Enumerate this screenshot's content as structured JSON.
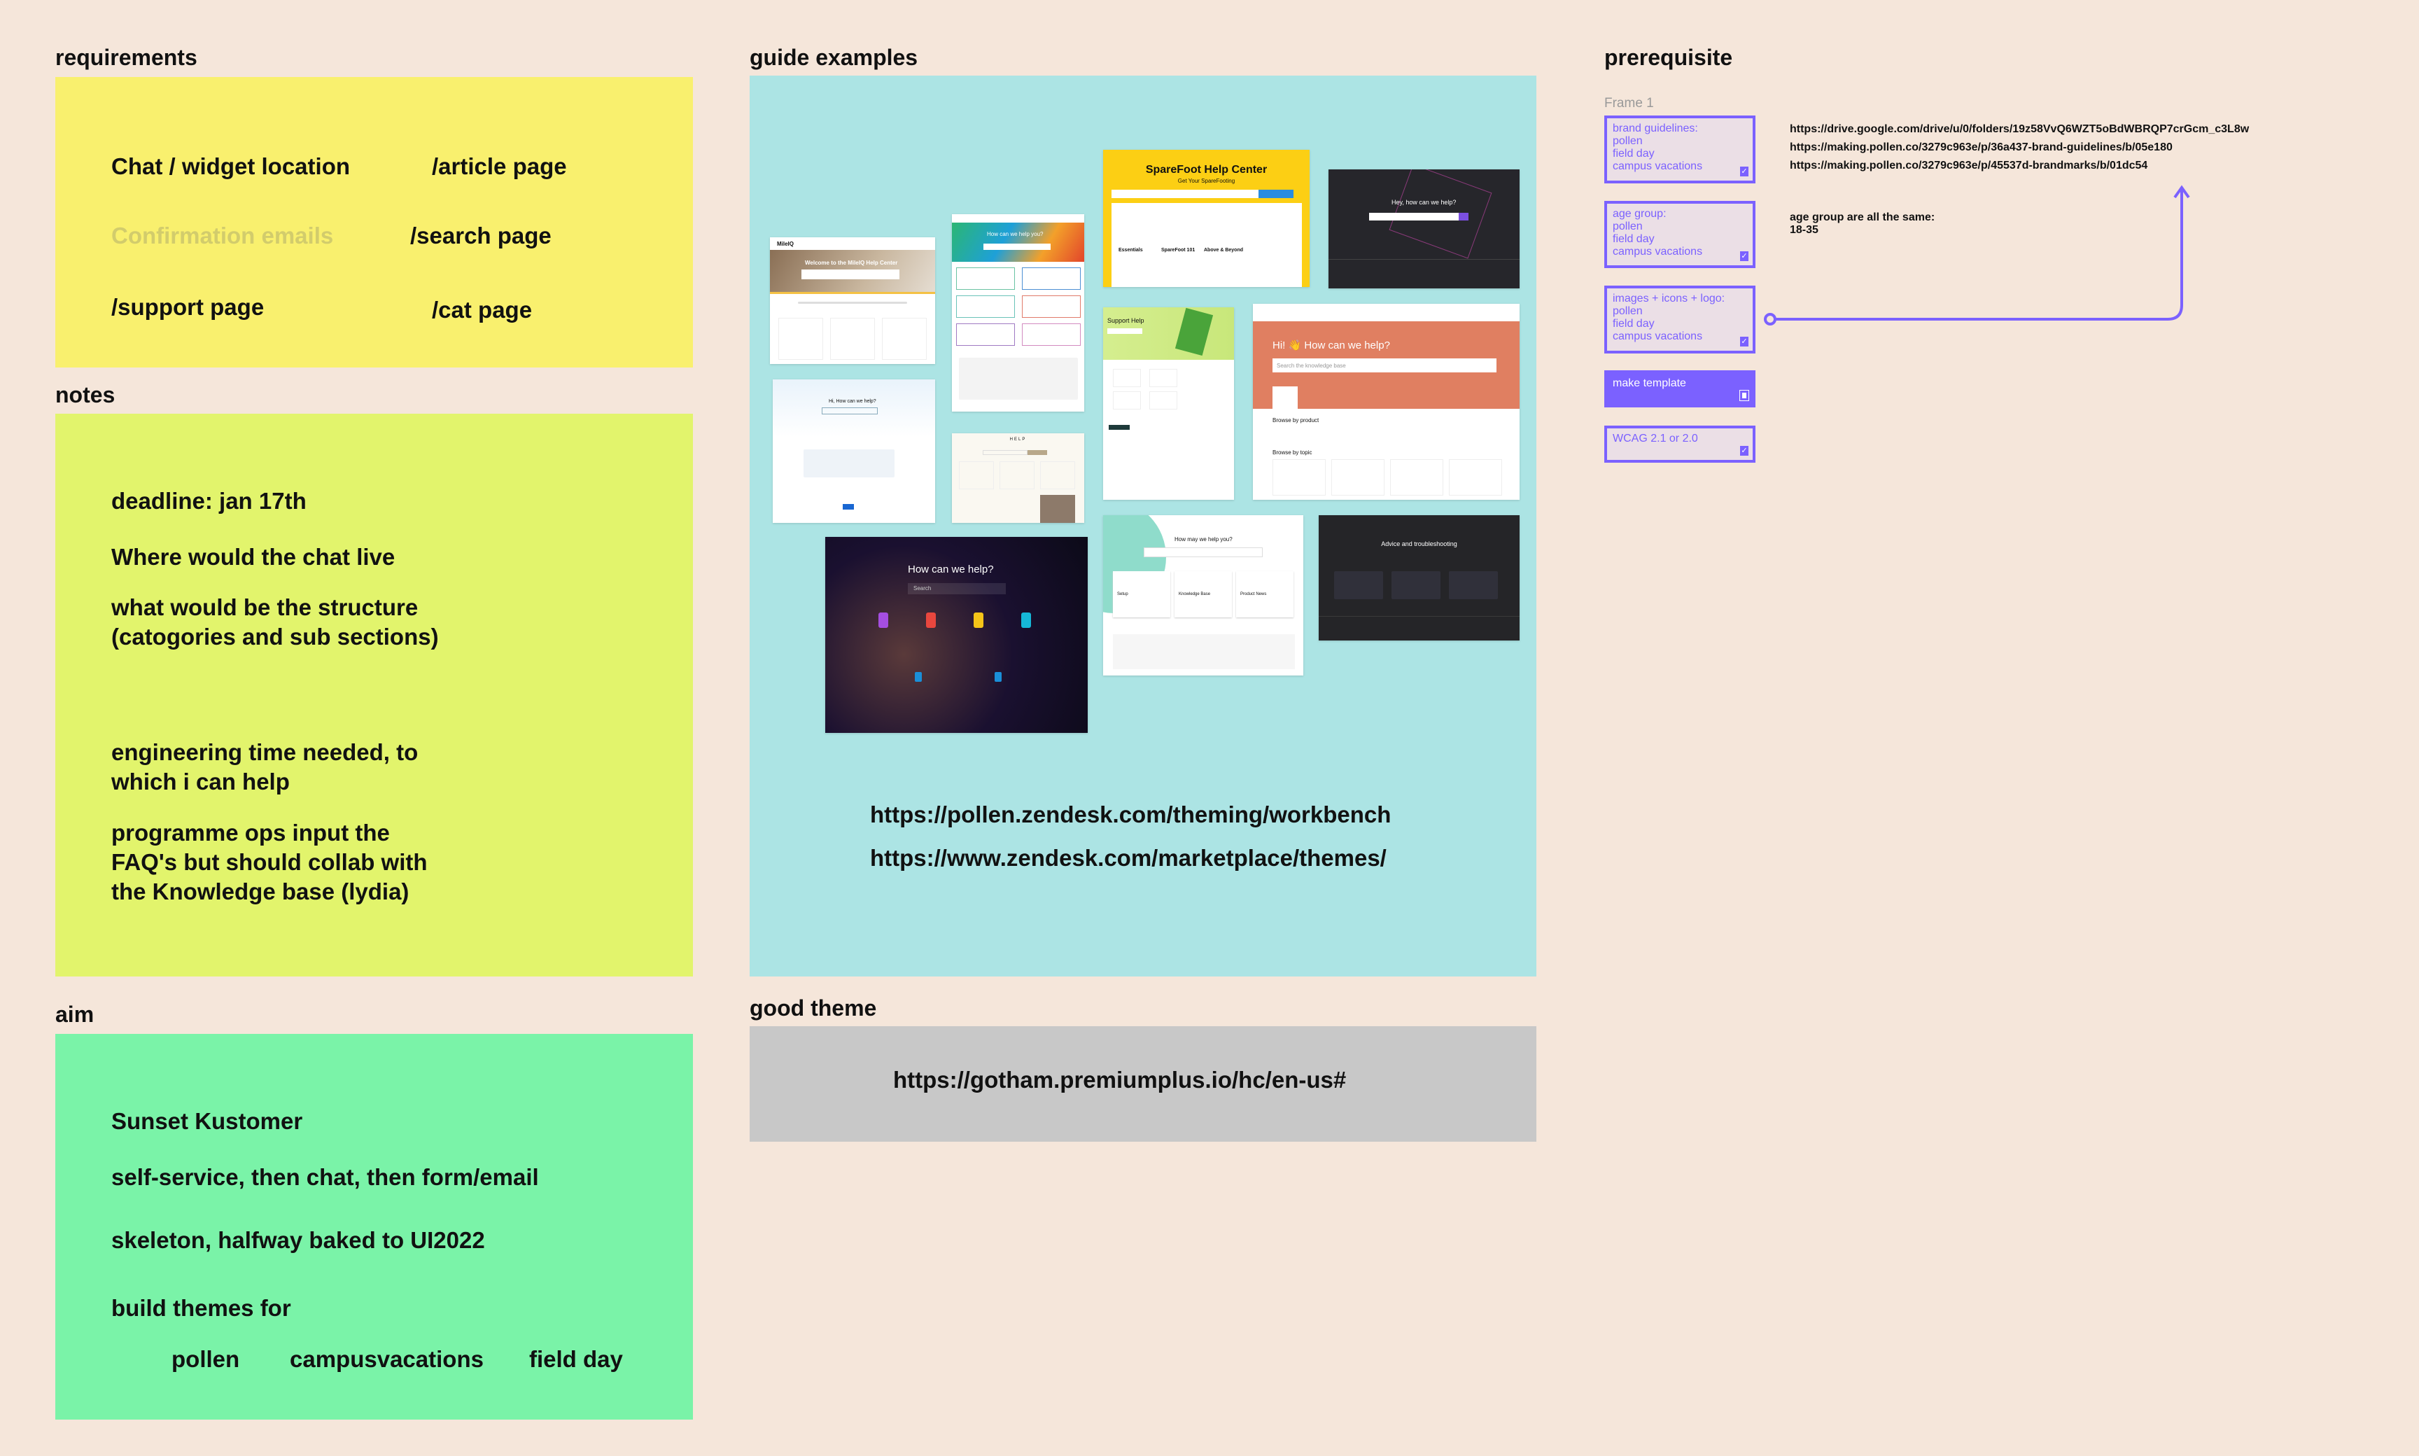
{
  "requirements": {
    "title": "requirements",
    "items": [
      "Chat / widget location",
      "/article page",
      "Confirmation emails",
      "/search page",
      "/support page",
      "/cat page"
    ]
  },
  "notes": {
    "title": "notes",
    "items": [
      "deadline: jan 17th",
      "Where would the chat live",
      "what would be the structure",
      "(catogories and sub sections)",
      "engineering time needed, to",
      "which i can help",
      "programme ops input the",
      "FAQ's but should collab with",
      "the Knowledge base (lydia)"
    ]
  },
  "aim": {
    "title": "aim",
    "items": [
      "Sunset Kustomer",
      "self-service, then chat, then form/email",
      "skeleton, halfway baked to UI2022",
      "build themes for"
    ],
    "themes": [
      "pollen",
      "campusvacations",
      "field day"
    ]
  },
  "guide_examples": {
    "title": "guide examples",
    "thumbnails": [
      {
        "name": "mileiq",
        "headline": "Welcome to the MileIQ Help Center",
        "brand": "MileIQ"
      },
      {
        "name": "kobo",
        "headline": "How can we help you?"
      },
      {
        "name": "sparefoot",
        "headline": "SpareFoot Help Center",
        "sub": "Get Your SpareFooting",
        "cats": [
          "Essentials",
          "SpareFoot 101",
          "Above & Beyond"
        ]
      },
      {
        "name": "dark-hey",
        "headline": "Hey, how can we help?"
      },
      {
        "name": "bitpanda",
        "headline": "Hi, How can we help?"
      },
      {
        "name": "help-beige",
        "headline": "HELP"
      },
      {
        "name": "support-help",
        "headline": "Support Help"
      },
      {
        "name": "orange-hi",
        "headline": "Hi! 👋 How can we help?",
        "search": "Search the knowledge base",
        "sections": [
          "Browse by product",
          "Browse by topic"
        ]
      },
      {
        "name": "dark-how",
        "headline": "How can we help?",
        "search": "Search"
      },
      {
        "name": "chartmogul",
        "headline": "How may we help you?",
        "cats": [
          "Setup",
          "Knowledge Base",
          "Product News"
        ]
      },
      {
        "name": "dark-advice",
        "headline": "Advice and troubleshooting"
      }
    ],
    "urls": [
      "https://pollen.zendesk.com/theming/workbench",
      "https://www.zendesk.com/marketplace/themes/"
    ]
  },
  "good_theme": {
    "title": "good theme",
    "url": "https://gotham.premiumplus.io/hc/en-us#"
  },
  "prerequisite": {
    "title": "prerequisite",
    "frame_label": "Frame 1",
    "tasks": [
      {
        "title": "brand guidelines:",
        "lines": [
          "pollen",
          "field day",
          "campus vacations"
        ],
        "checked": true
      },
      {
        "title": "age group:",
        "lines": [
          "pollen",
          "field day",
          "campus vacations"
        ],
        "checked": true
      },
      {
        "title": "images + icons + logo:",
        "lines": [
          "pollen",
          "field day",
          "campus vacations"
        ],
        "checked": true
      },
      {
        "title": "make template",
        "lines": [],
        "checked": false
      },
      {
        "title": "WCAG 2.1 or 2.0",
        "lines": [],
        "checked": true
      }
    ],
    "links": [
      "https://drive.google.com/drive/u/0/folders/19z58VvQ6WZT5oBdWBRQP7crGcm_c3L8w",
      "https://making.pollen.co/3279c963e/p/36a437-brand-guidelines/b/05e180",
      "https://making.pollen.co/3279c963e/p/45537d-brandmarks/b/01dc54"
    ],
    "age_note": [
      "age group are all the same:",
      "18-35"
    ]
  },
  "colors": {
    "yellow": "#f9f06e",
    "lime": "#e2f46c",
    "green": "#7af3a8",
    "cyan": "#ace4e4",
    "grey": "#c8c8c8",
    "accent": "#7b61ff"
  }
}
